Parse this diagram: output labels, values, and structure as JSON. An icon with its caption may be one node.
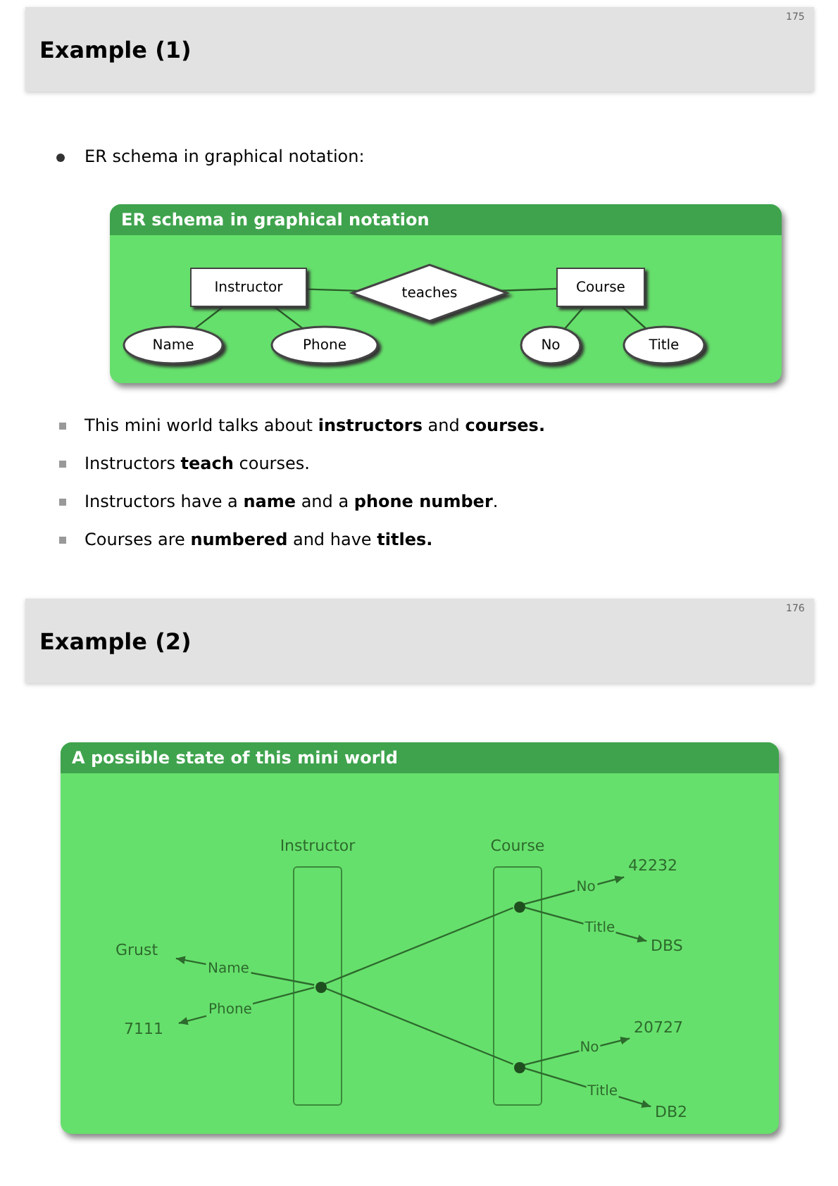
{
  "diagram": {
    "nodes": [
      {
        "text": [
          "ER schema in graphical notation"
        ]
      },
      {
        "text": [
          "Instructor"
        ],
        "in": 0
      },
      {
        "text": [
          "teaches"
        ],
        "in": 0
      },
      {
        "text": [
          "Course"
        ],
        "in": 0
      },
      {
        "text": [
          "Name"
        ],
        "in": 0
      },
      {
        "text": [
          "Phone"
        ],
        "in": 0
      },
      {
        "text": [
          "No"
        ],
        "in": 0
      },
      {
        "text": [
          "Title"
        ],
        "in": 0
      },
      {
        "text": [
          "A possible state of this mini world"
        ]
      },
      {
        "text": [
          "Instructor"
        ],
        "in": 8
      },
      {
        "text": [
          "Course"
        ],
        "in": 8
      },
      {
        "text": [],
        "shape": "circle",
        "in": 9
      },
      {
        "text": [],
        "shape": "circle",
        "in": 10
      },
      {
        "text": [],
        "shape": "circle",
        "in": 10
      },
      {
        "text": [
          "Grust"
        ],
        "in": 8
      },
      {
        "text": [
          "7111"
        ],
        "in": 8
      },
      {
        "text": [
          "42232"
        ],
        "in": 8
      },
      {
        "text": [
          "DBS"
        ],
        "in": 8
      },
      {
        "text": [
          "20727"
        ],
        "in": 8
      },
      {
        "text": [
          "DB2"
        ],
        "in": 8
      }
    ],
    "edges": [
      {
        "from": 1,
        "to": 2,
        "arrow": "none"
      },
      {
        "from": 2,
        "to": 3,
        "arrow": "none"
      },
      {
        "from": 4,
        "to": 1,
        "arrow": "none"
      },
      {
        "from": 5,
        "to": 1,
        "arrow": "none"
      },
      {
        "from": 6,
        "to": 3,
        "arrow": "none"
      },
      {
        "from": 7,
        "to": 3,
        "arrow": "none"
      },
      {
        "from": 11,
        "to": 12,
        "arrow": "none"
      },
      {
        "from": 11,
        "to": 13,
        "arrow": "none"
      },
      {
        "from": 11,
        "to": 14,
        "arrow": "to",
        "label": "Name"
      },
      {
        "from": 11,
        "to": 15,
        "arrow": "to",
        "label": "Phone"
      },
      {
        "from": 12,
        "to": 16,
        "arrow": "to",
        "label": "No"
      },
      {
        "from": 12,
        "to": 17,
        "arrow": "to",
        "label": "Title"
      },
      {
        "from": 13,
        "to": 18,
        "arrow": "to",
        "label": "No"
      },
      {
        "from": 13,
        "to": 19,
        "arrow": "to",
        "label": "Title"
      }
    ],
    "labels": [
      "Example (1)",
      "175",
      "ER schema in graphical notation:",
      "This mini world talks about **instructors** and **courses.**",
      "Instructors **teach** courses.",
      "Instructors have a **name** and a **phone number**.",
      "Courses are **numbered** and have **titles.**",
      "Example (2)",
      "176"
    ]
  }
}
